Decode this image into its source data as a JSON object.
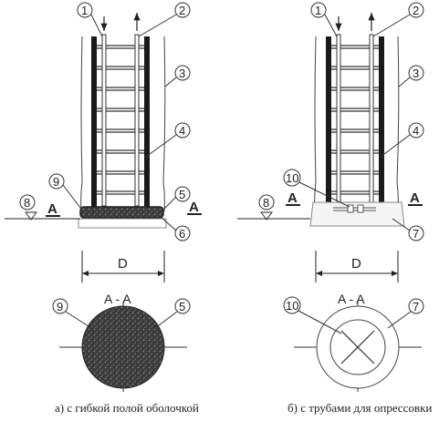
{
  "left": {
    "callouts": [
      "1",
      "2",
      "3",
      "4",
      "9",
      "8",
      "5",
      "6"
    ],
    "section_mark": "A",
    "dim_label": "D",
    "section_title": "A - A",
    "section_callouts": [
      "9",
      "5"
    ],
    "caption": "а) с гибкой полой оболочкой"
  },
  "right": {
    "callouts": [
      "1",
      "2",
      "3",
      "4",
      "10",
      "8",
      "7"
    ],
    "section_mark": "A",
    "dim_label": "D",
    "section_title": "A - A",
    "section_callouts": [
      "10",
      "7"
    ],
    "caption": "б) с трубами для опрессовки"
  },
  "colors": {
    "ink": "#222222",
    "bar": "#1a1a1a",
    "hatch": "#555555",
    "shade": "#444444"
  }
}
